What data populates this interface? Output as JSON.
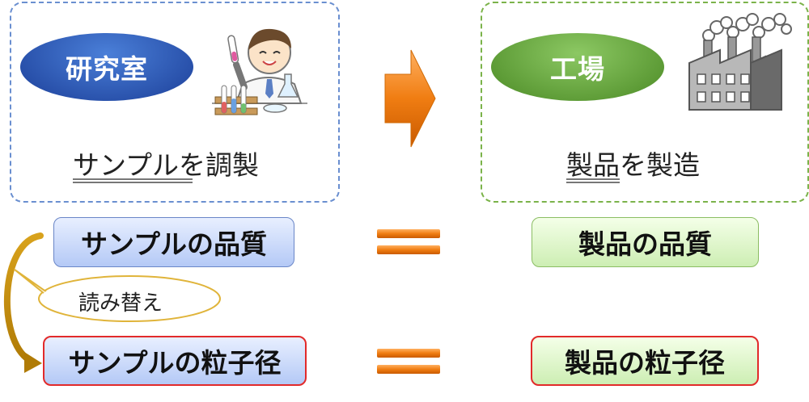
{
  "lab": {
    "label": "研究室",
    "caption": "サンプルを調製"
  },
  "factory": {
    "label": "工場",
    "caption": "製品を製造"
  },
  "rows": [
    {
      "left": "サンプルの品質",
      "right": "製品の品質"
    },
    {
      "left": "サンプルの粒子径",
      "right": "製品の粒子径"
    }
  ],
  "bubble": "読み替え",
  "icons": [
    "scientist-icon",
    "factory-icon",
    "arrow-right-icon",
    "equals-icon",
    "curved-arrow-icon"
  ],
  "colors": {
    "lab_pill": "#1c3f99",
    "factory_pill": "#4b8a25",
    "arrow": "#f07d12",
    "red_border": "#e22a2a"
  }
}
